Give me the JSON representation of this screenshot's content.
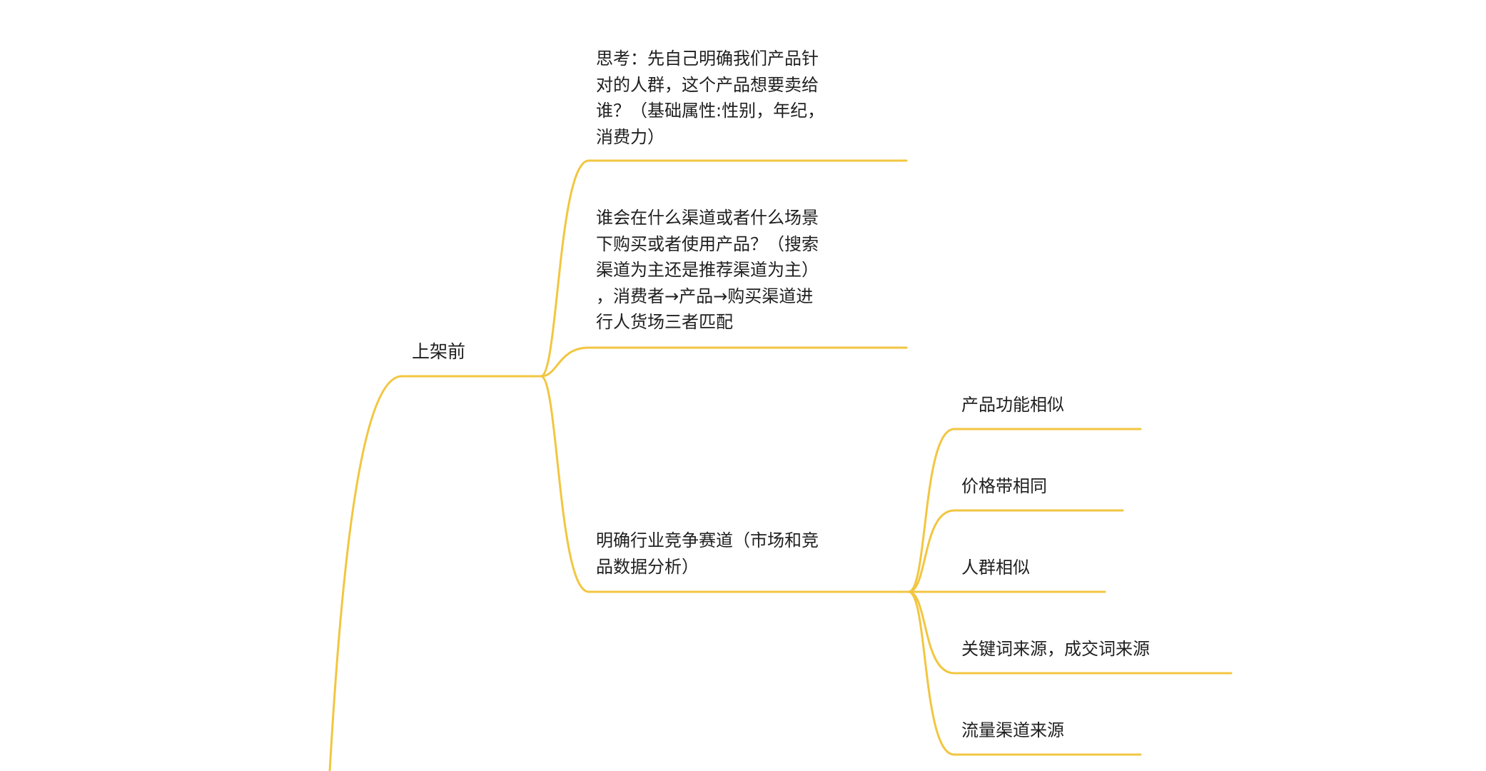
{
  "theme": {
    "branch_color": "#F2C641",
    "text_color": "#1f1f1f",
    "background": "#ffffff"
  },
  "mindmap": {
    "root": {
      "label": "上架前",
      "children": [
        {
          "label": "思考：先自己明确我们产品针\n对的人群，这个产品想要卖给\n谁？（基础属性:性别，年纪，\n消费力）"
        },
        {
          "label": "谁会在什么渠道或者什么场景\n下购买或者使用产品？（搜索\n渠道为主还是推荐渠道为主）\n，消费者→产品→购买渠道进\n行人货场三者匹配"
        },
        {
          "label": "明确行业竞争赛道（市场和竞\n品数据分析）",
          "children": [
            {
              "label": "产品功能相似"
            },
            {
              "label": "价格带相同"
            },
            {
              "label": "人群相似"
            },
            {
              "label": "关键词来源，成交词来源"
            },
            {
              "label": "流量渠道来源"
            }
          ]
        }
      ]
    }
  }
}
